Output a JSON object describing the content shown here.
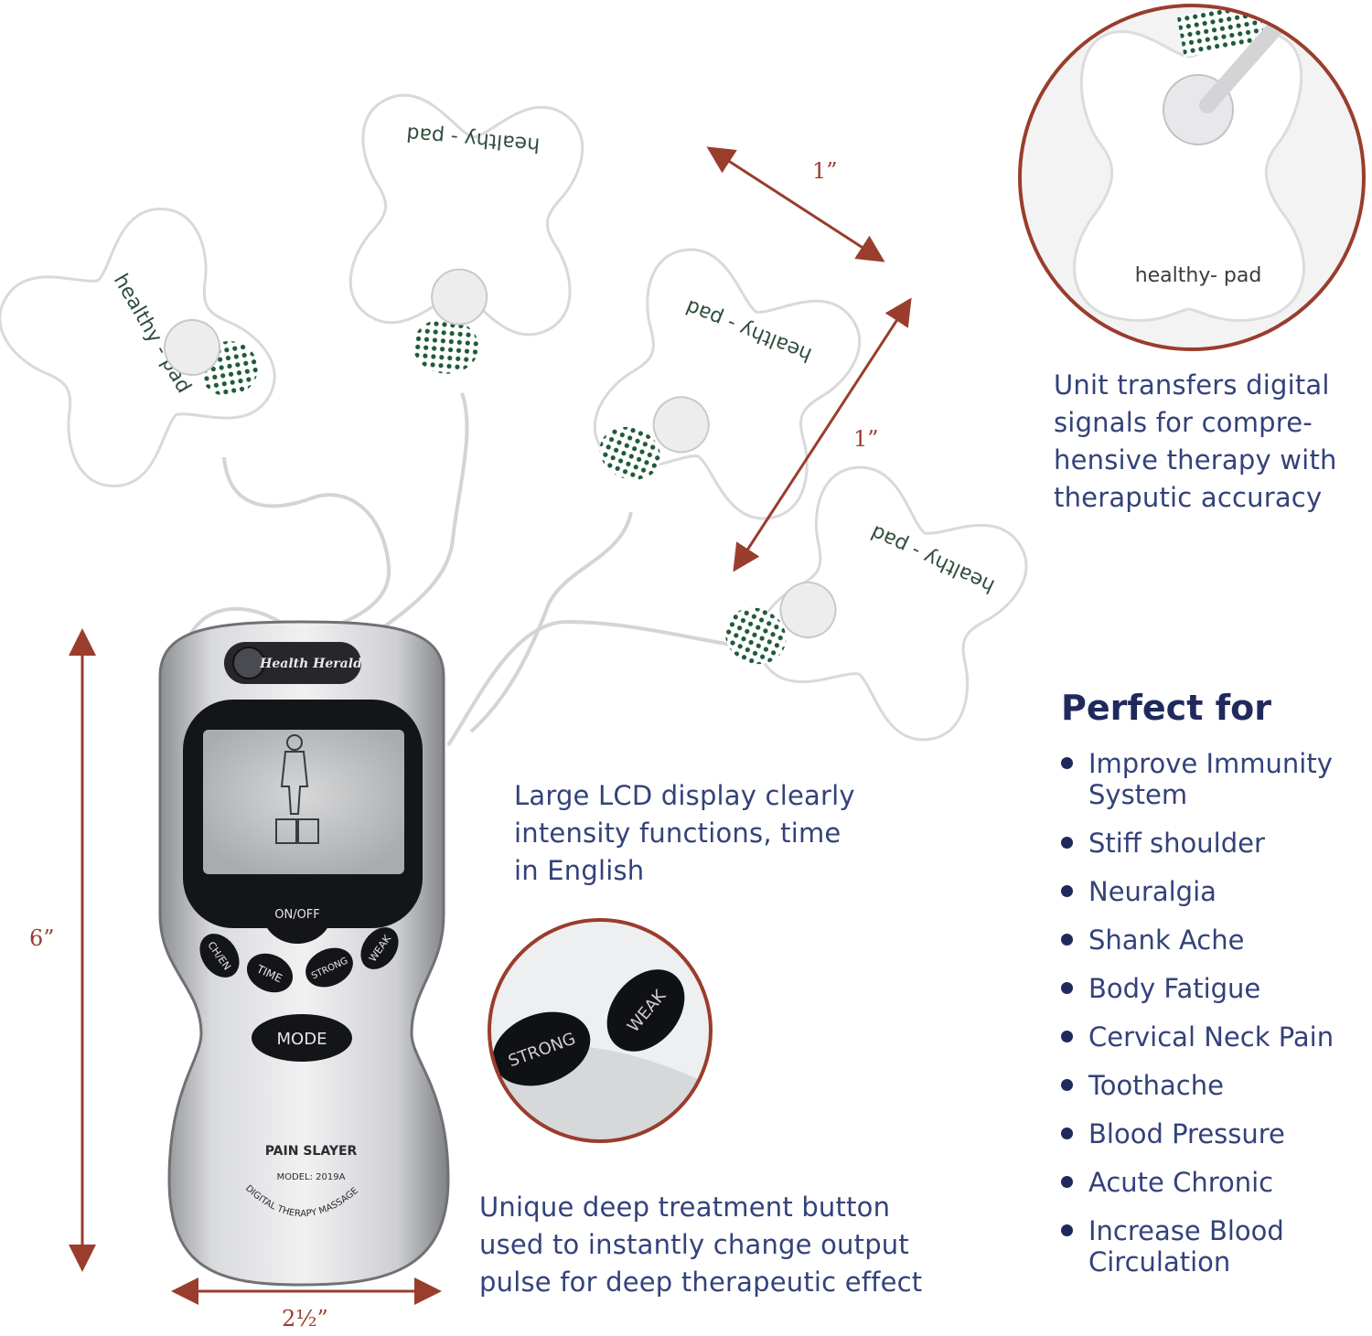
{
  "pads": {
    "label": "healthy - pad",
    "zoom_label": "healthy- pad"
  },
  "device": {
    "brand": "Health Herald",
    "buttons": {
      "on_off": "ON/OFF",
      "ch_en": "CH/EN",
      "time": "TIME",
      "strong": "STRONG",
      "weak": "WEAK",
      "mode": "MODE"
    },
    "logo": "PAIN SLAYER",
    "model": "MODEL: 2019A",
    "arc_text": "DIGITAL THERAPY MASSAGE"
  },
  "zoom_buttons": {
    "strong": "STRONG",
    "weak": "WEAK"
  },
  "dimensions": {
    "pad_width": "1”",
    "pad_height": "1”",
    "device_height": "6”",
    "device_width": "2½”"
  },
  "captions": {
    "top_right": [
      "Unit transfers digital",
      "signals for compre-",
      "hensive therapy with",
      "theraputic accuracy"
    ],
    "lcd": [
      "Large LCD display clearly",
      "intensity functions, time",
      "in English"
    ],
    "button": [
      "Unique deep treatment button",
      "used to instantly change output",
      "pulse for deep therapeutic effect"
    ]
  },
  "perfect_for": {
    "title": "Perfect for",
    "items": [
      [
        "Improve Immunity",
        "System"
      ],
      [
        "Stiff shoulder"
      ],
      [
        "Neuralgia"
      ],
      [
        "Shank Ache"
      ],
      [
        "Body Fatigue"
      ],
      [
        "Cervical Neck Pain"
      ],
      [
        "Toothache"
      ],
      [
        "Blood Pressure"
      ],
      [
        "Acute Chronic"
      ],
      [
        "Increase Blood",
        "Circulation"
      ]
    ]
  },
  "colors": {
    "accent": "#9a3d2c",
    "text_blue": "#33427a",
    "title_navy": "#1f2a5c",
    "device_silver": "#c8c9cc"
  }
}
